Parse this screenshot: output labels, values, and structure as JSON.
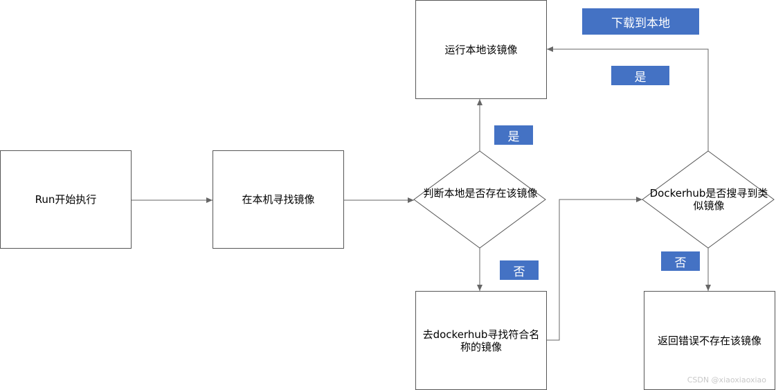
{
  "nodes": {
    "start": "Run开始执行",
    "find_local": "在本机寻找镜像",
    "check_local": "判断本地是否存在该镜像",
    "run_local": "运行本地该镜像",
    "search_hub": "去dockerhub寻找符合名称的镜像",
    "check_hub": "Dockerhub是否搜寻到类似镜像",
    "error": "返回错误不存在该镜像"
  },
  "tags": {
    "download": "下载到本地",
    "yes_hub": "是",
    "yes_local": "是",
    "no_local": "否",
    "no_hub": "否"
  },
  "watermark": "CSDN @xiaoxiaoxiao"
}
